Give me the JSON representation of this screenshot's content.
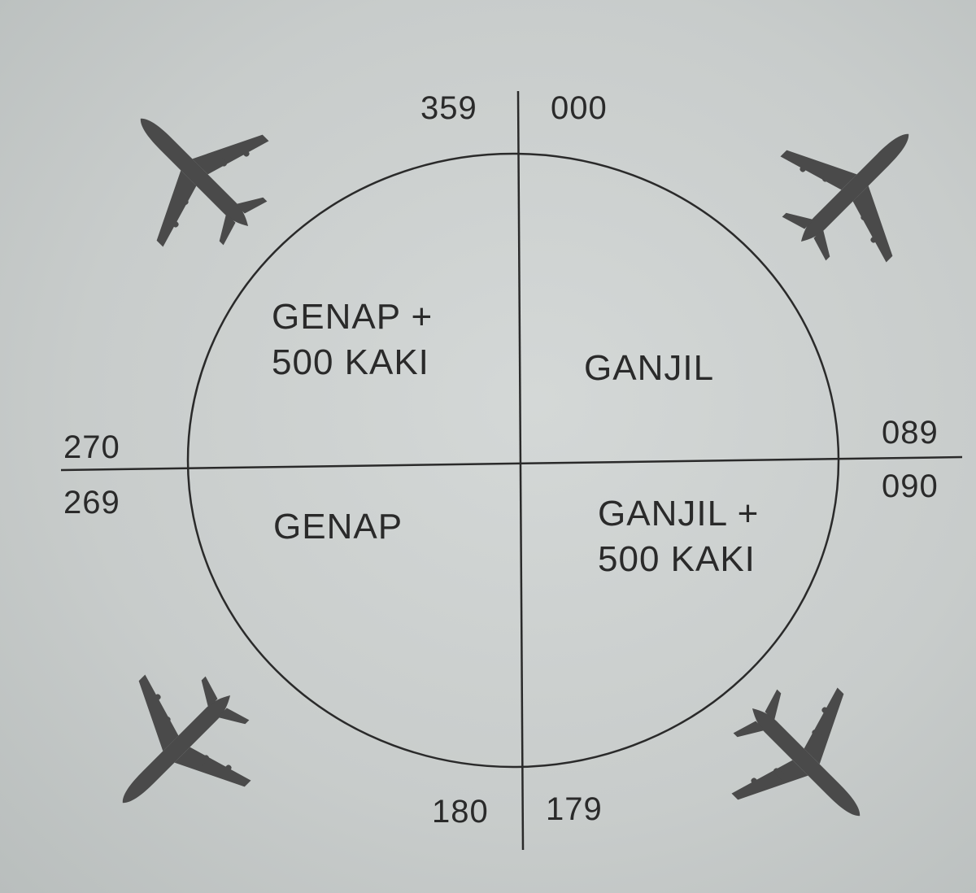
{
  "headings": {
    "north_left": "359",
    "north_right": "000",
    "west_top": "270",
    "west_bottom": "269",
    "east_top": "089",
    "east_bottom": "090",
    "south_left": "180",
    "south_right": "179"
  },
  "quadrants": {
    "top_left": {
      "line1": "GENAP +",
      "line2": "500 KAKI"
    },
    "top_right": {
      "line1": "GANJIL"
    },
    "bottom_left": {
      "line1": "GENAP"
    },
    "bottom_right": {
      "line1": "GANJIL +",
      "line2": "500 KAKI"
    }
  },
  "icons": [
    "airplane-icon",
    "airplane-icon",
    "airplane-icon",
    "airplane-icon"
  ],
  "colors": {
    "ink": "#2a2a2a",
    "paper": "#c9cdcc",
    "airplane": "#4a4a4a"
  }
}
